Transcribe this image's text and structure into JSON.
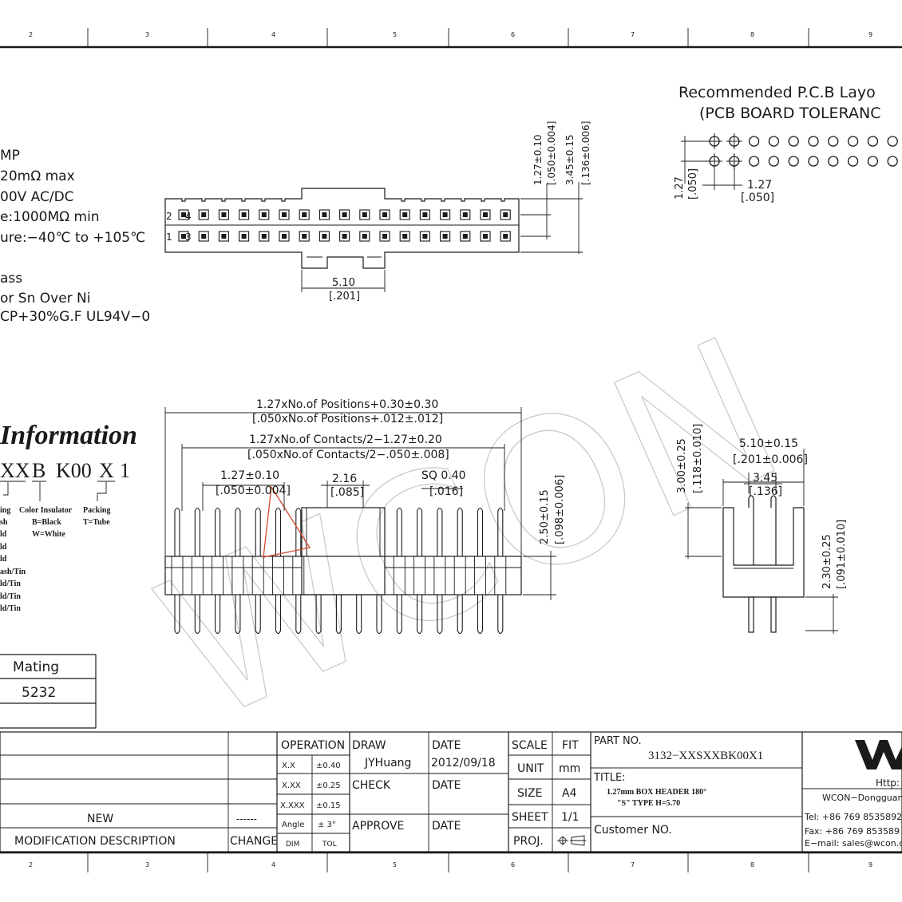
{
  "zone_numbers": [
    "2",
    "3",
    "4",
    "5",
    "6",
    "7",
    "8",
    "9"
  ],
  "pcb_layout": {
    "title_line1": "Recommended P.C.B Layo",
    "title_line2": "(PCB BOARD TOLERANC",
    "dim_pitch": "1.27",
    "dim_pitch_in": "[.050]",
    "dim_row": "1.27",
    "dim_row_in": "[.050]"
  },
  "specs": [
    "MP",
    "20mΩ max",
    "00V AC/DC",
    "e:1000MΩ min",
    "ure:−40℃ to +105℃",
    "ass",
    "or Sn Over Ni",
    "CP+30%G.F UL94V−0"
  ],
  "top_view": {
    "row_labels": [
      "2",
      "4",
      "1",
      "3"
    ],
    "dim_width": "5.10",
    "dim_width_in": "[.201]",
    "dim_v1": "1.27±0.10",
    "dim_v1_in": "[.050±0.004]",
    "dim_v2": "3.45±0.15",
    "dim_v2_in": "[.136±0.006]"
  },
  "ordering": {
    "title": "Information",
    "code_parts": [
      "XX",
      "B",
      "K00",
      "X",
      "1"
    ],
    "col_plating": "ing",
    "plating_options": [
      "sh",
      "ld",
      "ld",
      "ld",
      "ash/Tin",
      "ld/Tin",
      "ld/Tin",
      "ld/Tin"
    ],
    "col_color": "Color Insulator",
    "color_options": [
      "B=Black",
      "W=White"
    ],
    "col_packing": "Packing",
    "packing_options": [
      "T=Tube"
    ]
  },
  "front_view": {
    "dim_overall": "1.27xNo.of Positions+0.30±0.30",
    "dim_overall_in": "[.050xNo.of Positions+.012±.012]",
    "dim_contacts": "1.27xNo.of Contacts/2−1.27±0.20",
    "dim_contacts_in": "[.050xNo.of Contacts/2−.050±.008]",
    "dim_pitch": "1.27±0.10",
    "dim_pitch_in": "[.050±0.004]",
    "dim_key": "2.16",
    "dim_key_in": "[.085]",
    "dim_pin": "SQ 0.40",
    "dim_pin_in": "[.016]",
    "dim_height": "2.50±0.15",
    "dim_height_in": "[.098±0.006]"
  },
  "side_view": {
    "dim_left": "3.00±0.25",
    "dim_left_in": "[.118±0.010]",
    "dim_width": "5.10±0.15",
    "dim_width_in": "[.201±0.006]",
    "dim_inner": "3.45",
    "dim_inner_in": "[.136]",
    "dim_right": "2.30±0.25",
    "dim_right_in": "[.091±0.010]"
  },
  "mating_table": {
    "header": "Mating",
    "value": "5232"
  },
  "title_block": {
    "new": "NEW",
    "dashes": "------",
    "modification": "MODIFICATION DESCRIPTION",
    "change": "CHANGE",
    "operation": "OPERATION",
    "tol_rows": [
      [
        "X.X",
        "±0.40"
      ],
      [
        "X.XX",
        "±0.25"
      ],
      [
        "X.XXX",
        "±0.15"
      ],
      [
        "Angle",
        "± 3°"
      ],
      [
        "DIM",
        "TOL"
      ]
    ],
    "draw": "DRAW",
    "drawer": "JYHuang",
    "check": "CHECK",
    "approve": "APPROVE",
    "date_label": "DATE",
    "date_value": "2012/09/18",
    "scale": "SCALE",
    "scale_value": "FIT",
    "unit": "UNIT",
    "unit_value": "mm",
    "size": "SIZE",
    "size_value": "A4",
    "sheet": "SHEET",
    "sheet_value": "1/1",
    "proj": "PROJ.",
    "part_no_label": "PART NO.",
    "part_no": "3132−XXSXXBK00X1",
    "title_label": "TITLE:",
    "title_line1": "1.27mm BOX HEADER 180°",
    "title_line2": "\"S\" TYPE H=5.70",
    "customer_no": "Customer NO.",
    "company_http": "Http:",
    "company_name": "WCON−Dongguan",
    "tel": "Tel: +86 769 8535892",
    "fax": "Fax: +86 769 853589",
    "email": "E−mail: sales@wcon.c"
  },
  "watermark": "WCON"
}
